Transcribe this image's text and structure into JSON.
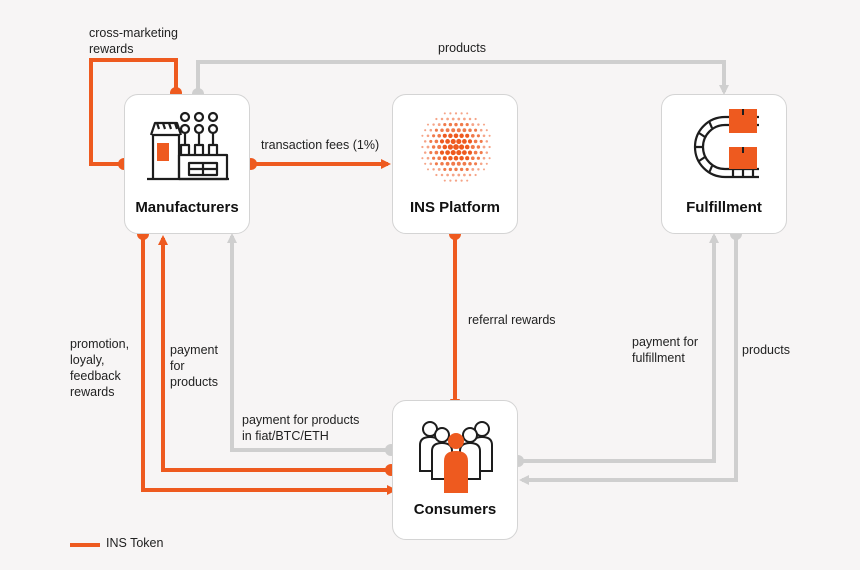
{
  "colors": {
    "token": "#ee5a1f",
    "flow": "#cfcfcf",
    "icon": "#1d1d1d",
    "box_border": "#d4d4d4",
    "background": "#f7f5f5"
  },
  "nodes": {
    "manufacturers": {
      "title": "Manufacturers",
      "icon": "factory-icon"
    },
    "platform": {
      "title": "INS Platform",
      "icon": "ins-logo-icon"
    },
    "fulfillment": {
      "title": "Fulfillment",
      "icon": "conveyor-icon"
    },
    "consumers": {
      "title": "Consumers",
      "icon": "people-group-icon"
    }
  },
  "edges": {
    "cross_marketing": "cross-marketing\nrewards",
    "products_top": "products",
    "transaction_fees": "transaction fees (1%)",
    "referral_rewards": "referral rewards",
    "promotion_rewards": "promotion,\nloyaly,\nfeedback\nrewards",
    "payment_for_products": "payment\nfor\nproducts",
    "payment_fiat": "payment for products\nin fiat/BTC/ETH",
    "payment_fulfillment": "payment for\nfulfillment",
    "products_right": "products"
  },
  "legend": {
    "label": "INS Token"
  }
}
